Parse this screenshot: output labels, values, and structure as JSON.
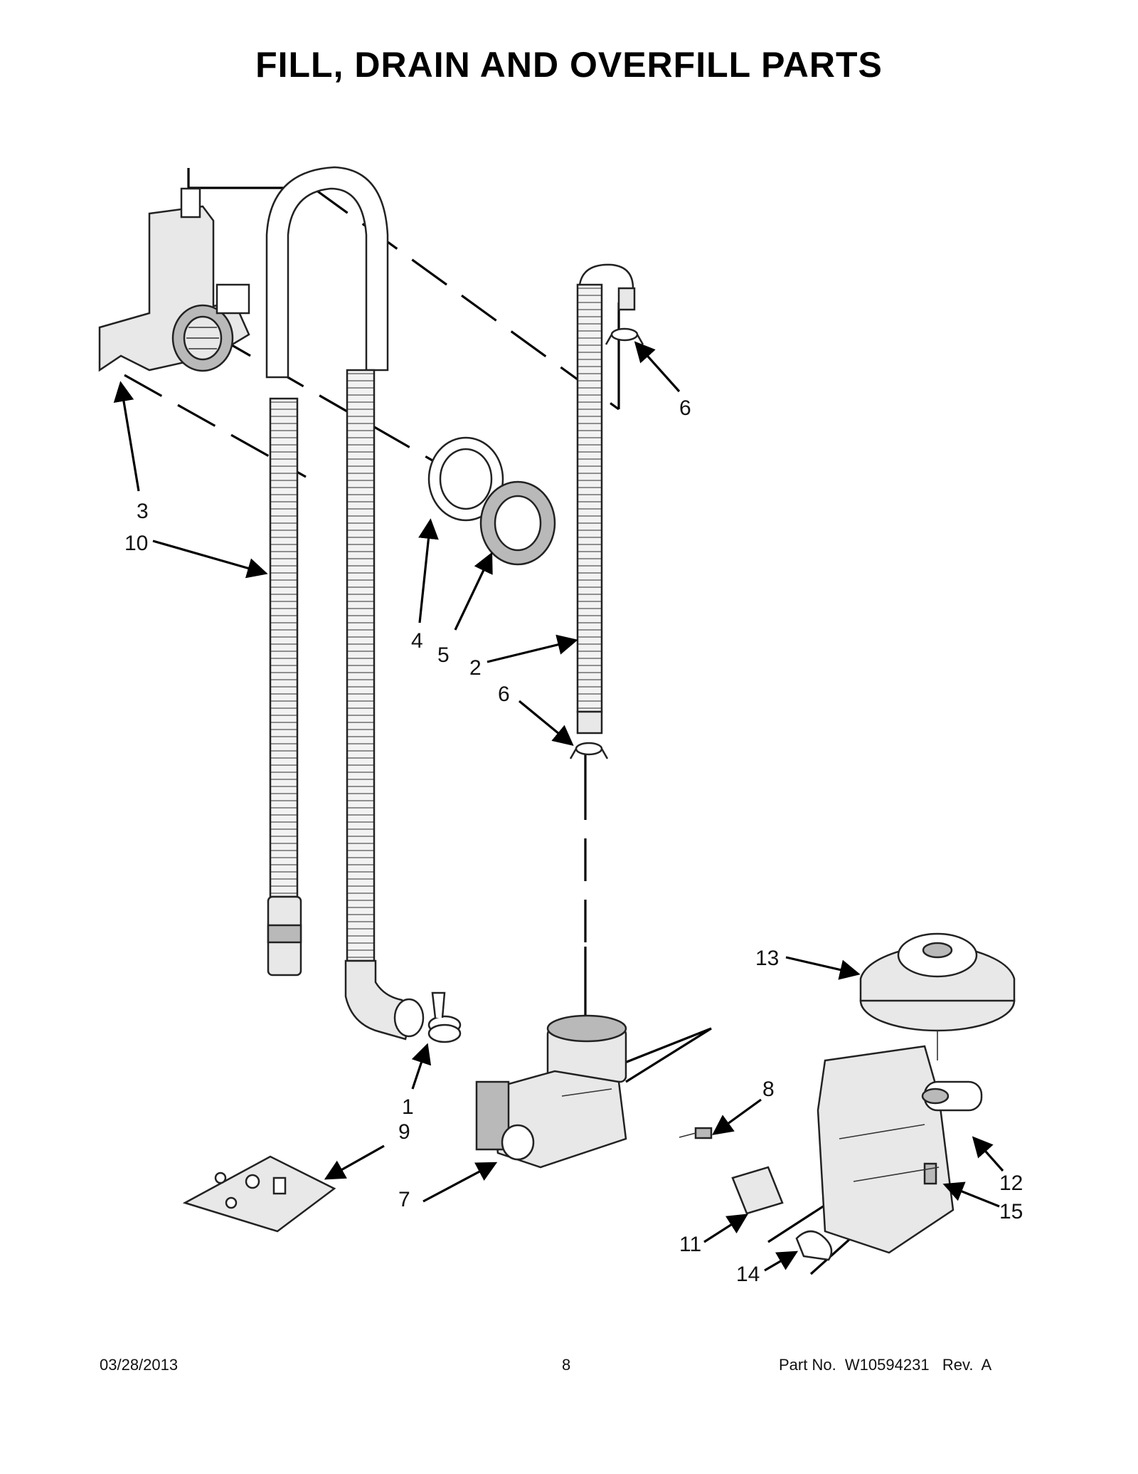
{
  "title": "FILL, DRAIN AND OVERFILL PARTS",
  "callouts": [
    {
      "id": "c3",
      "label": "3"
    },
    {
      "id": "c10",
      "label": "10"
    },
    {
      "id": "c4",
      "label": "4"
    },
    {
      "id": "c5",
      "label": "5"
    },
    {
      "id": "c2",
      "label": "2"
    },
    {
      "id": "c6a",
      "label": "6"
    },
    {
      "id": "c6b",
      "label": "6"
    },
    {
      "id": "c13",
      "label": "13"
    },
    {
      "id": "c1",
      "label": "1"
    },
    {
      "id": "c8",
      "label": "8"
    },
    {
      "id": "c9",
      "label": "9"
    },
    {
      "id": "c7",
      "label": "7"
    },
    {
      "id": "c12",
      "label": "12"
    },
    {
      "id": "c15",
      "label": "15"
    },
    {
      "id": "c11",
      "label": "11"
    },
    {
      "id": "c14",
      "label": "14"
    }
  ],
  "footer": {
    "date": "03/28/2013",
    "page": "8",
    "part_no": "Part No.  W10594231   Rev.  A"
  }
}
